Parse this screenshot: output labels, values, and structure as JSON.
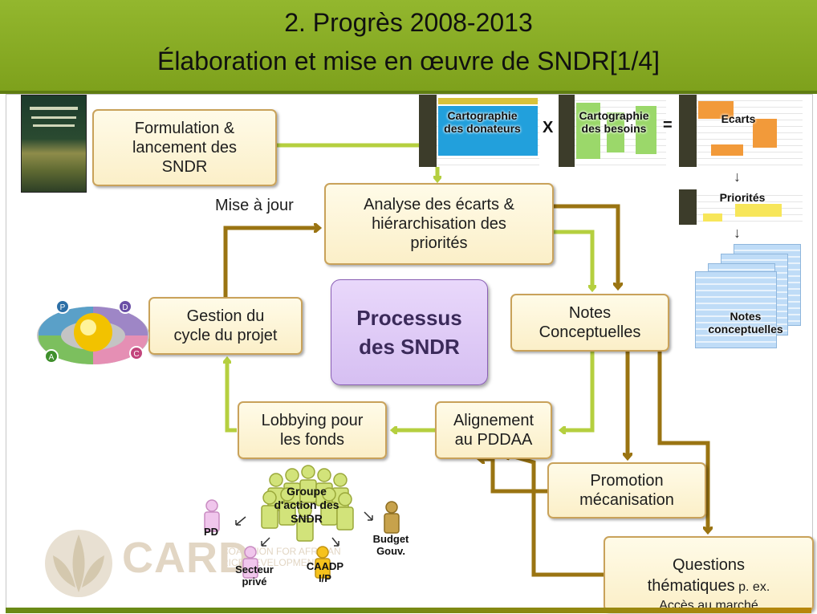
{
  "header": {
    "title_line1": "2. Progrès 2008-2013",
    "title_line2": "Élaboration et mise en œuvre de SNDR[1/4]"
  },
  "boxes": {
    "formulation": "Formulation &\nlancement des\nSNDR",
    "analyse": "Analyse des écarts &\nhiérarchisation des\npriorités",
    "notes": "Notes\nConceptuelles",
    "gestion": "Gestion du\ncycle du projet",
    "lobbying": "Lobbying pour\nles fonds",
    "alignement": "Alignement\nau PDDAA",
    "promotion": "Promotion\nmécanisation",
    "questions_main": "Questions\nthématiques",
    "questions_example": " p. ex.",
    "questions_sub": "Accès au marché"
  },
  "center": {
    "label": "Processus\ndes SNDR"
  },
  "mise_a_jour": "Mise à jour",
  "thumbnails": {
    "donateurs": "Cartographie\ndes donateurs",
    "besoins": "Cartographie\ndes besoins",
    "ecarts": "Ecarts",
    "priorites": "Priorités",
    "notes": "Notes\nconceptuelles",
    "times": "X",
    "equals": "="
  },
  "people": {
    "groupe": "Groupe\nd'action des\nSNDR",
    "pd": "PD",
    "budget": "Budget\nGouv.",
    "secteur": "Secteur\nprivé",
    "caadp": "CAADP\nI/P"
  },
  "cycle_letters": [
    "P",
    "D",
    "C",
    "A"
  ],
  "logo": {
    "text": "CARD",
    "sub": "COALITION FOR AFRICAN\nRICE DEVELOPMENT"
  },
  "colors": {
    "header": "#8aae25",
    "green_arrow": "#b5cf3f",
    "brown_arrow": "#9a7412",
    "box_fill": "#fcf2d2",
    "center_fill": "#dcc7f6"
  }
}
